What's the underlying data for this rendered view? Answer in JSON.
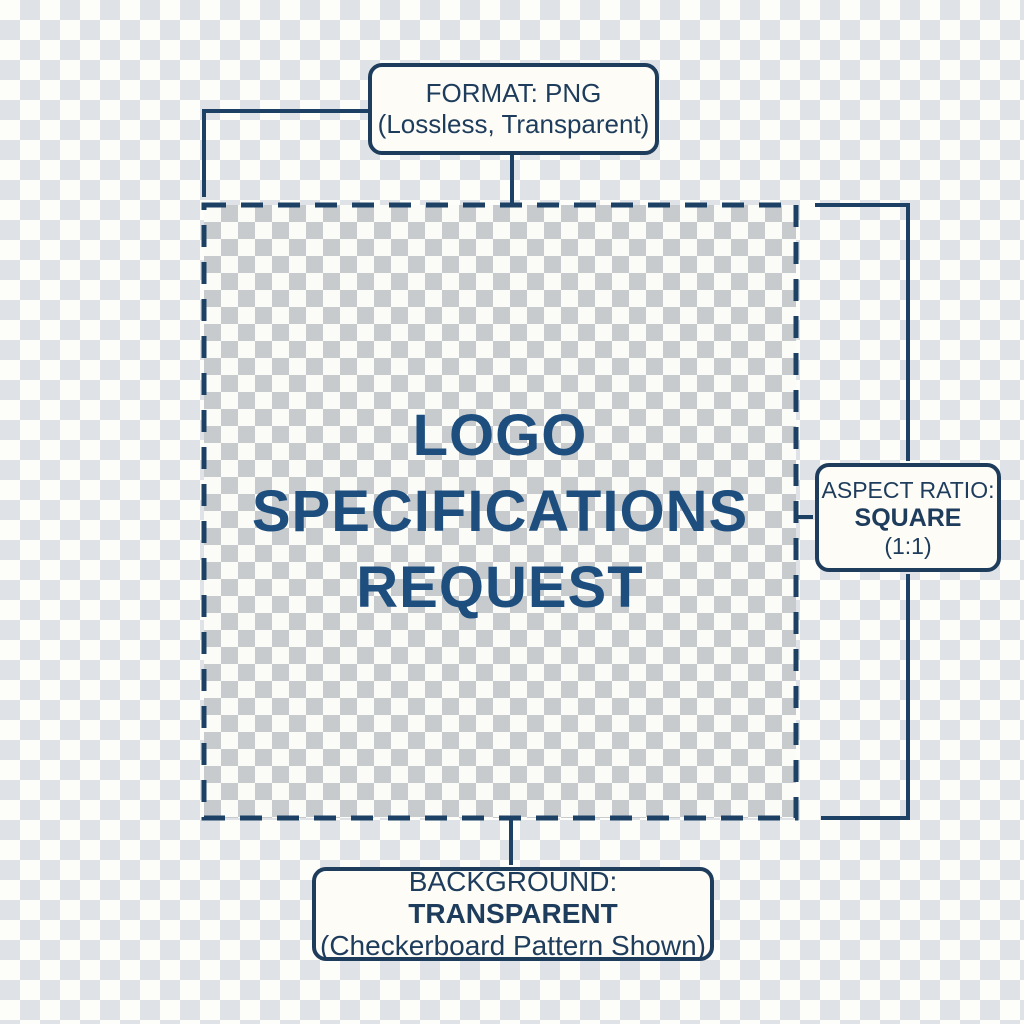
{
  "canvas": {
    "title": {
      "lines": [
        "LOGO",
        "SPECIFICATIONS",
        "REQUEST"
      ]
    }
  },
  "callouts": {
    "format": {
      "line1": "FORMAT: PNG",
      "line2": "(Lossless, Transparent)"
    },
    "aspect": {
      "line1": "ASPECT RATIO:",
      "line2": "SQUARE",
      "line3": "(1:1)"
    },
    "background": {
      "line1_prefix": "BACKGROUND: ",
      "line1_emphasis": "TRANSPARENT",
      "line2": "(Checkerboard Pattern Shown)"
    }
  },
  "colors": {
    "accent_line": "#1c4165",
    "callout_border": "#1e3c5c",
    "callout_text": "#1e3c5c",
    "callout_bg": "#fdfcf6",
    "title_text": "#1d4e7e",
    "outer_checker_light": "#fdfdf9",
    "outer_checker_dark": "#dfe3e8",
    "inner_checker_light": "#fbfbf8",
    "inner_checker_dark": "#c7cbcd"
  }
}
